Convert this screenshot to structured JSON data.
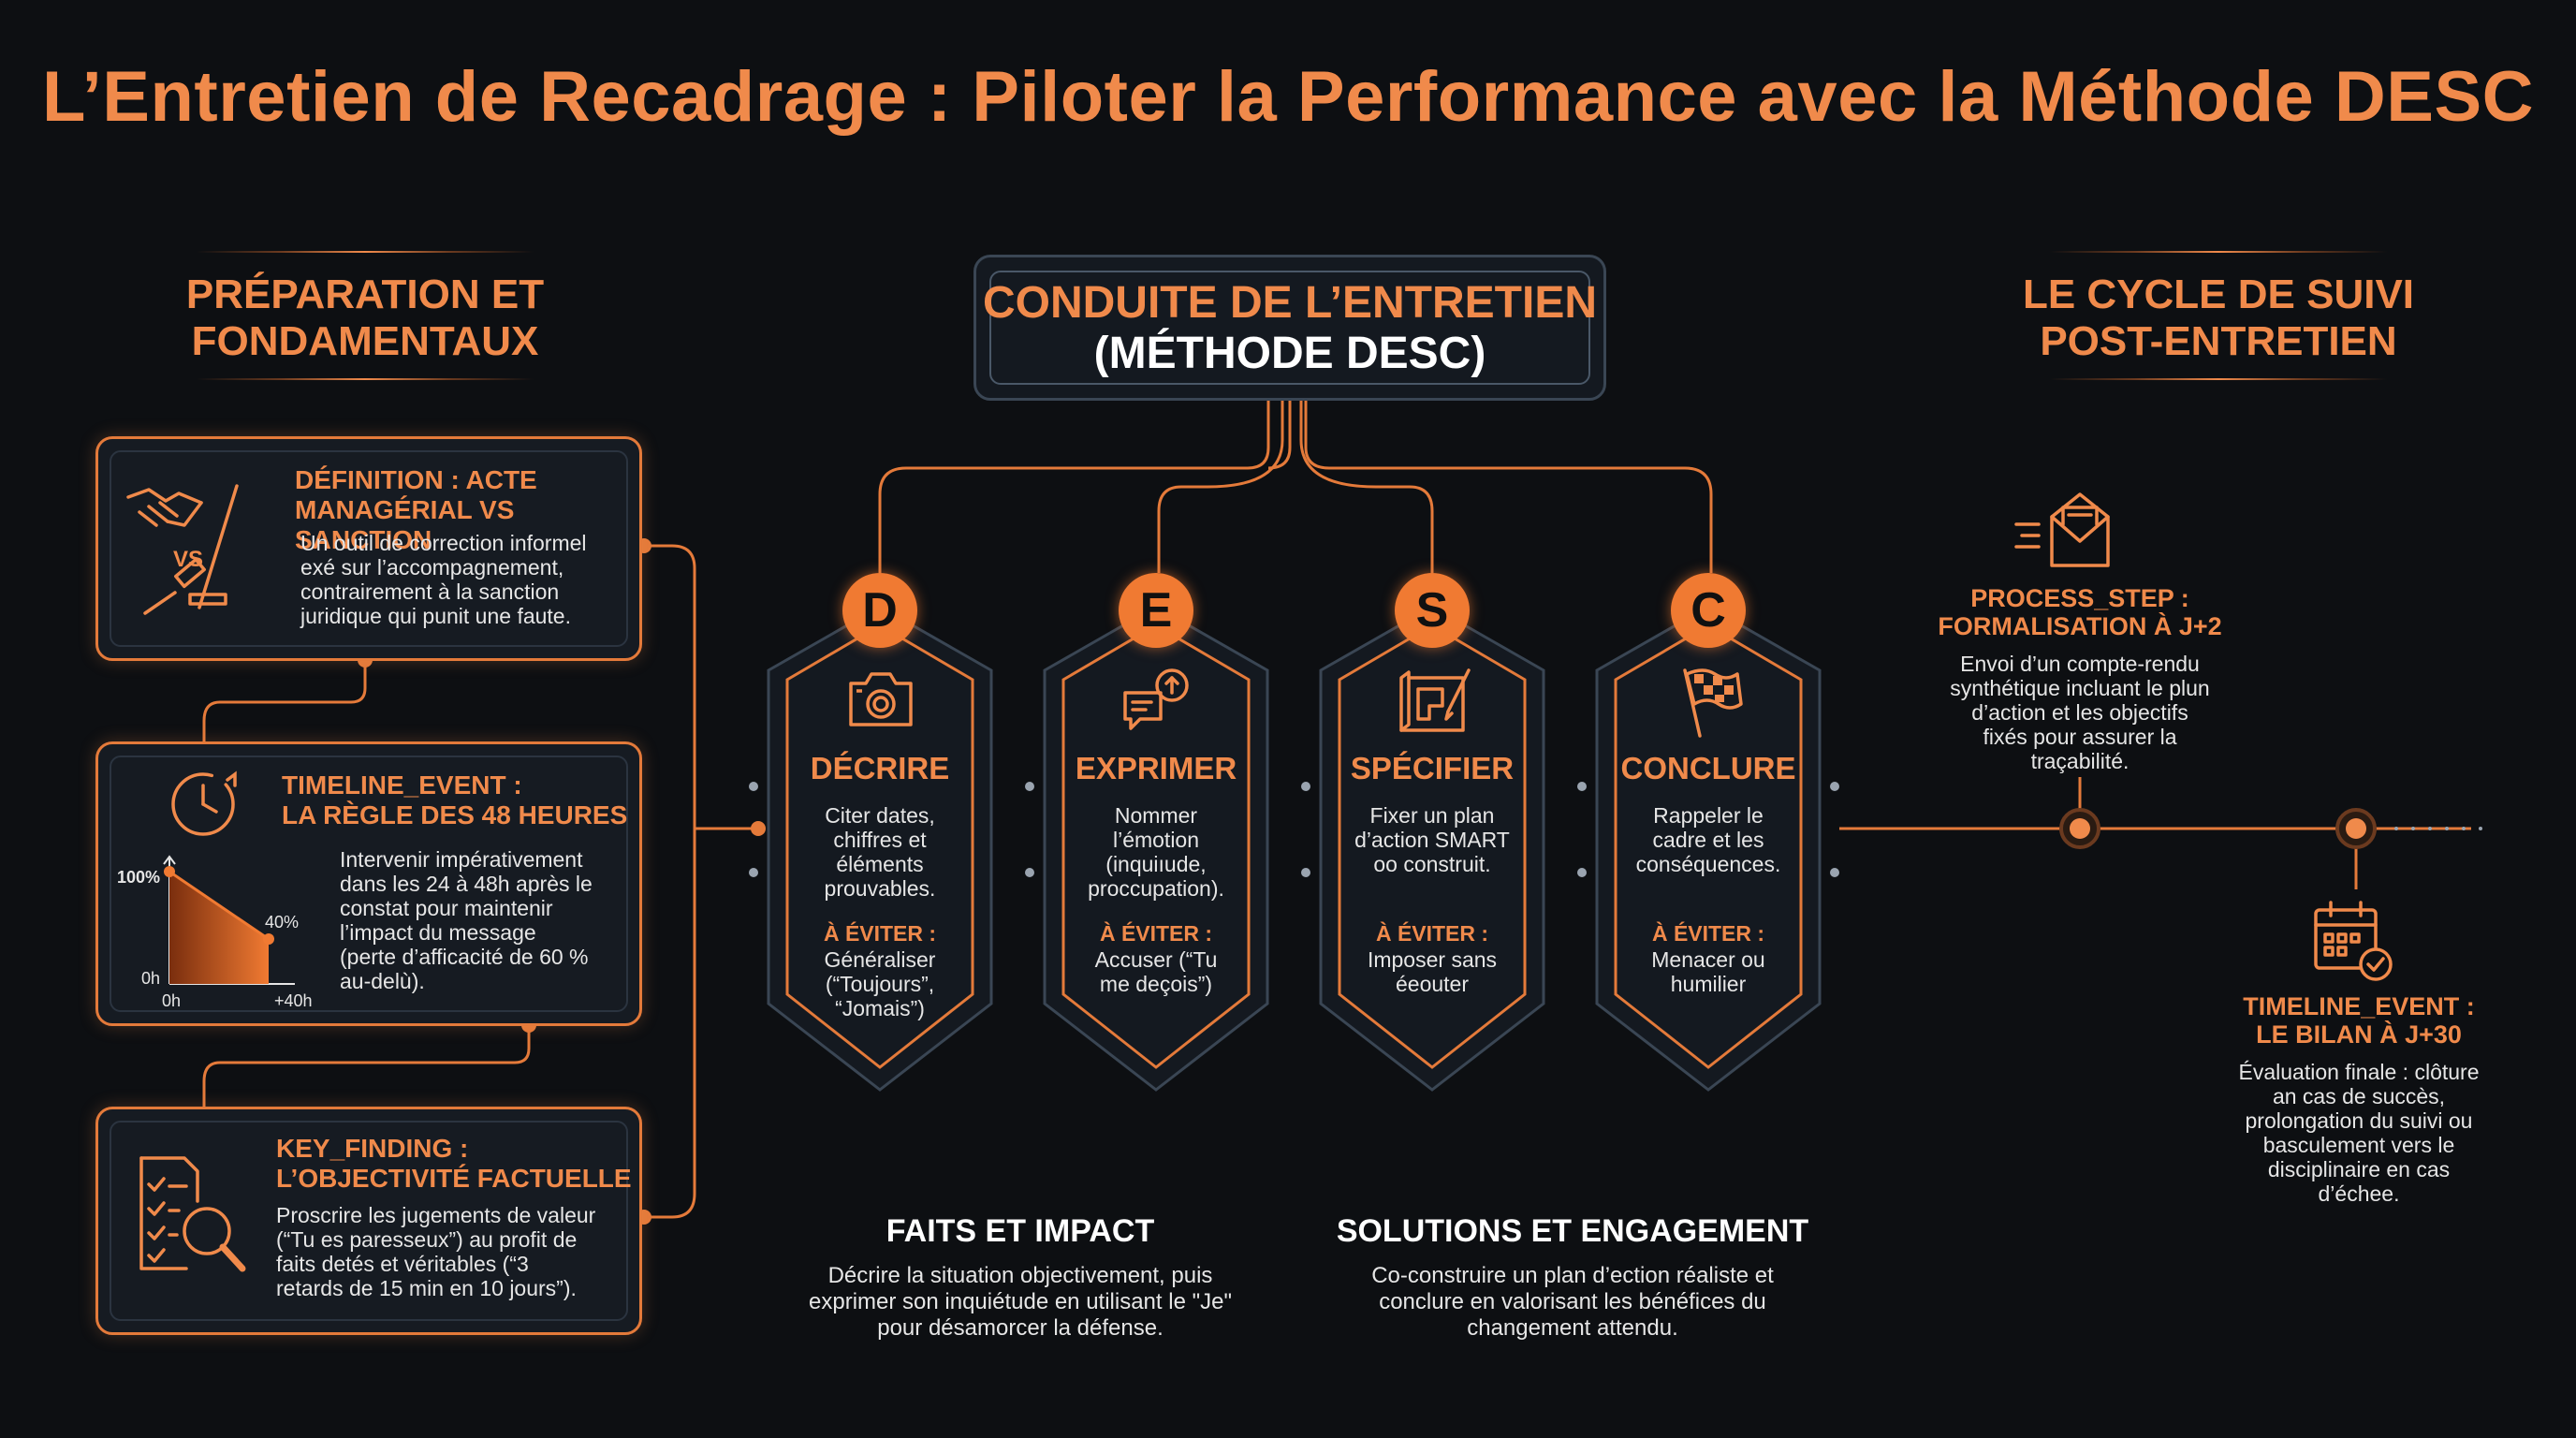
{
  "title": "L’Entretien de Recadrage : Piloter la Performance avec la Méthode DESC",
  "left_column": {
    "header_line1": "PRÉPARATION ET",
    "header_line2": "FONDAMENTAUX",
    "cards": [
      {
        "title_line1": "DÉFINITION : ACTE",
        "title_line2": "MANAGÉRIAL VS SANCTION",
        "icon_label": "VS",
        "text": [
          "Un outil de correction informel",
          "exé sur l’accompagnement,",
          "contrairement à la sanction",
          "juridique qui punit une faute."
        ]
      },
      {
        "title_line1": "TIMELINE_EVENT :",
        "title_line2": "LA RÈGLE DES 48 HEURES",
        "text": [
          "Intervenir impérativement",
          "dans les 24 à 48h après le",
          "constat pour maintenir",
          "l’impact du message",
          "(perte d’afficacité de 60 %",
          "au-delù)."
        ]
      },
      {
        "title_line1": "KEY_FINDING :",
        "title_line2": "L’OBJECTIVITÉ FACTUELLE",
        "text": [
          "Proscrire les jugements de valeur",
          "(“Tu es paresseux”) au profit de",
          "faits detés et véritables (“3",
          "retards de 15 min en 10 jours”)."
        ]
      }
    ]
  },
  "chart_data": {
    "type": "area",
    "x": [
      0,
      40
    ],
    "y": [
      100,
      40
    ],
    "x_tick_labels": [
      "0h",
      "+40h"
    ],
    "y_tick_labels": [
      "0h",
      "100%"
    ],
    "point_labels": [
      "100%",
      "40%"
    ],
    "ylim": [
      0,
      100
    ]
  },
  "center": {
    "header_line1": "CONDUITE DE L’ENTRETIEN",
    "header_line2": "(MÉTHODE DESC)",
    "steps": [
      {
        "letter": "D",
        "title": "DÉCRIRE",
        "icon": "camera-icon",
        "text": [
          "Citer dates,",
          "chiffres et",
          "éléments",
          "prouvables."
        ],
        "avoid_label": "À ÉVITER :",
        "avoid": [
          "Généraliser",
          "(“Toujours”,",
          "“Jomais”)"
        ]
      },
      {
        "letter": "E",
        "title": "EXPRIMER",
        "icon": "speech-bubbles-icon",
        "text": [
          "Nommer",
          "l’émotion",
          "(inquiıude,",
          "proccupation)."
        ],
        "avoid_label": "À ÉVITER :",
        "avoid": [
          "Accuser (“Tu",
          "me deçois”)"
        ]
      },
      {
        "letter": "S",
        "title": "SPÉCIFIER",
        "icon": "blueprint-icon",
        "text": [
          "Fixer un plan",
          "d’action SMART",
          "oo construit."
        ],
        "avoid_label": "À ÉVITER :",
        "avoid": [
          "Imposer sans",
          "éeouter"
        ]
      },
      {
        "letter": "C",
        "title": "CONCLURE",
        "icon": "checkered-flag-icon",
        "text": [
          "Rappeler le",
          "cadre et les",
          "conséquences."
        ],
        "avoid_label": "À ÉVITER :",
        "avoid": [
          "Menacer ou",
          "humilier"
        ]
      }
    ],
    "bottom_left": {
      "title": "FAITS ET IMPACT",
      "text": [
        "Décrire la situation objectivement, puis",
        "exprimer son inquiétude en utilisant le \"Je\"",
        "pour désamorcer la défense."
      ]
    },
    "bottom_right": {
      "title": "SOLUTIONS ET ENGAGEMENT",
      "text": [
        "Co-construire un plan d’ection réaliste et",
        "conclure en valorisant les bénéfices du",
        "changement attendu."
      ]
    }
  },
  "right_column": {
    "header_line1": "LE CYCLE DE SUIVI",
    "header_line2": "POST-ENTRETIEN",
    "events": [
      {
        "title_line1": "PROCESS_STEP :",
        "title_line2": "FORMALISATION À J+2",
        "text": [
          "Envoi d’un compte-rendu",
          "synthétique incluant le plun",
          "d’action et les objectifs",
          "fixés pour assurer la",
          "traçabilité."
        ]
      },
      {
        "title_line1": "TIMELINE_EVENT :",
        "title_line2": "LE BILAN À J+30",
        "text": [
          "Évaluation finale : clôture",
          "an cas de succès,",
          "prolongation du suivi ou",
          "basculement vers le",
          "disciplinaire en cas",
          "d’échee."
        ]
      }
    ]
  },
  "colors": {
    "accent": "#f08a4b",
    "background": "#0d0f12",
    "card": "#161b22"
  }
}
